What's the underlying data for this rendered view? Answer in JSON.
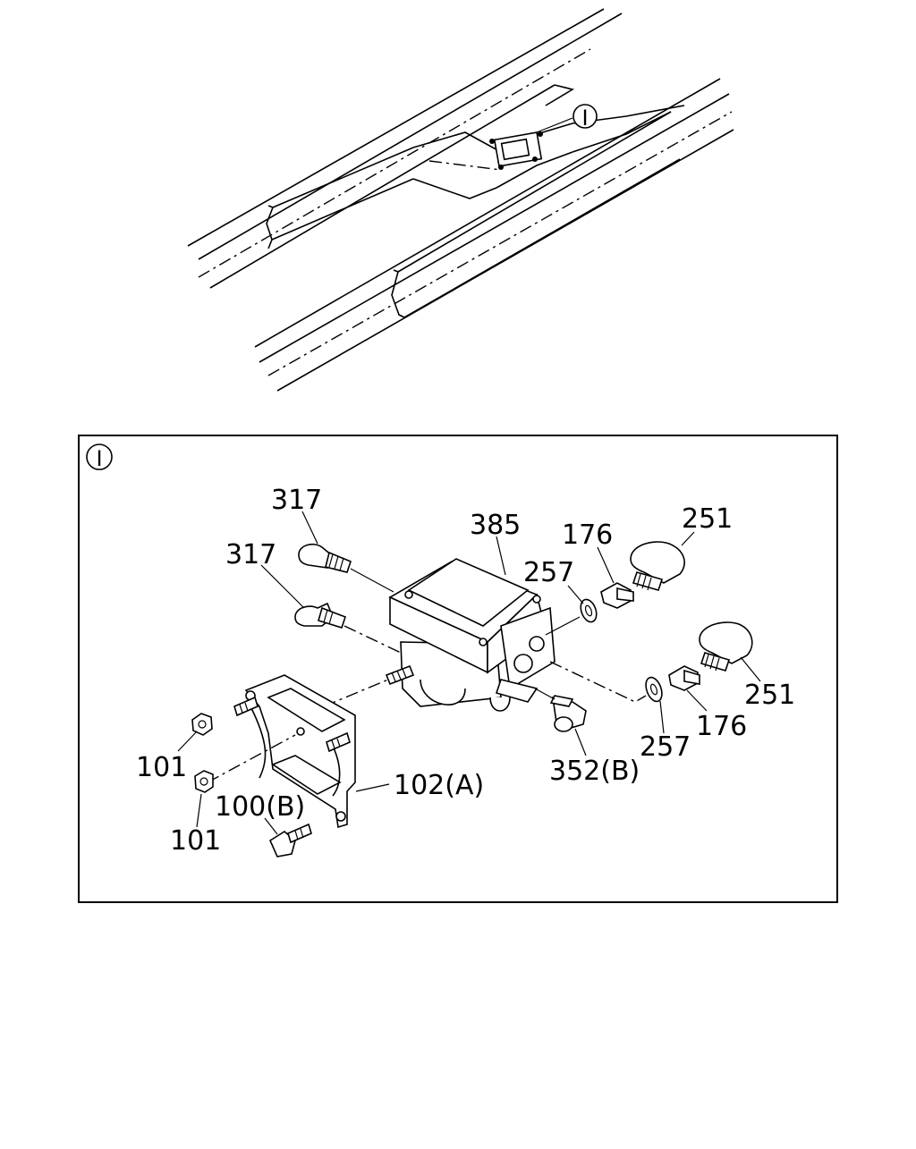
{
  "detail_marker": "I",
  "labels": {
    "p317_top": "317",
    "p317_mid": "317",
    "p385": "385",
    "p176_top": "176",
    "p251_top": "251",
    "p257_top": "257",
    "p251_bot": "251",
    "p176_bot": "176",
    "p257_bot": "257",
    "p352b": "352(B)",
    "p101_top": "101",
    "p101_bot": "101",
    "p102a": "102(A)",
    "p100b": "100(B)"
  }
}
